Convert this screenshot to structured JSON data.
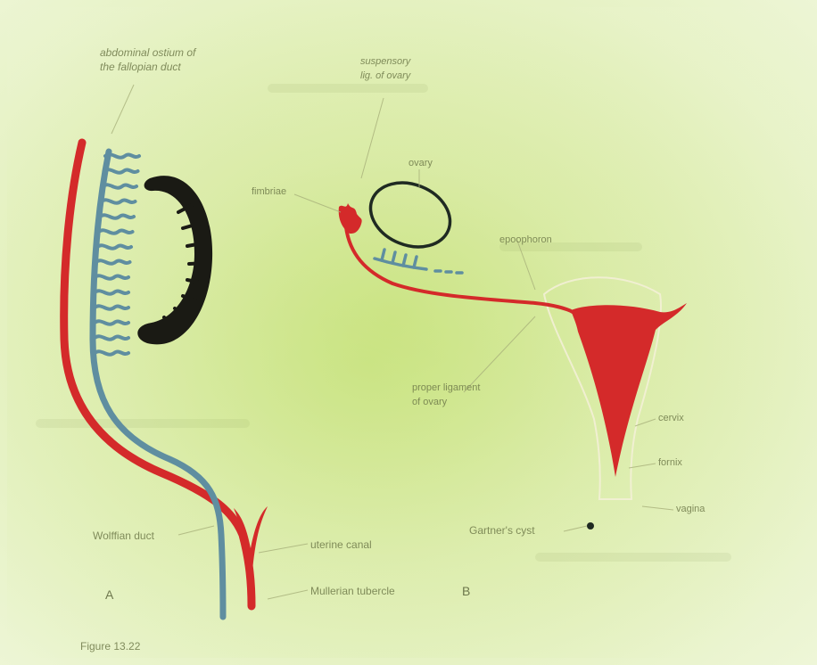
{
  "figure": {
    "caption": "Figure 13.22",
    "panel_a": {
      "letter": "A",
      "labels": {
        "abdominal_ostium": [
          "abdominal ostium of",
          "the fallopian duct"
        ],
        "wolffian_duct": "Wolffian duct",
        "uterine_canal": "uterine canal",
        "mullerian_tubercle": "Mullerian tubercle"
      }
    },
    "panel_b": {
      "letter": "B",
      "labels": {
        "suspensory": [
          "suspensory",
          "lig. of ovary"
        ],
        "ovary": "ovary",
        "fimbriae": "fimbriae",
        "epoophoron": "epoophoron",
        "proper_ligament": [
          "proper ligament",
          "of ovary"
        ],
        "cervix": "cervix",
        "fornix": "fornix",
        "vagina": "vagina",
        "gartners_cyst": "Gartner's cyst"
      }
    },
    "colors": {
      "mullerian_red": "#d42a2a",
      "wolffian_blue": "#5f8ea0",
      "mesonephros_black": "#1a1a14",
      "ovary_outline": "#1f2a22",
      "uterus_outline": "#f3f0d6"
    }
  }
}
